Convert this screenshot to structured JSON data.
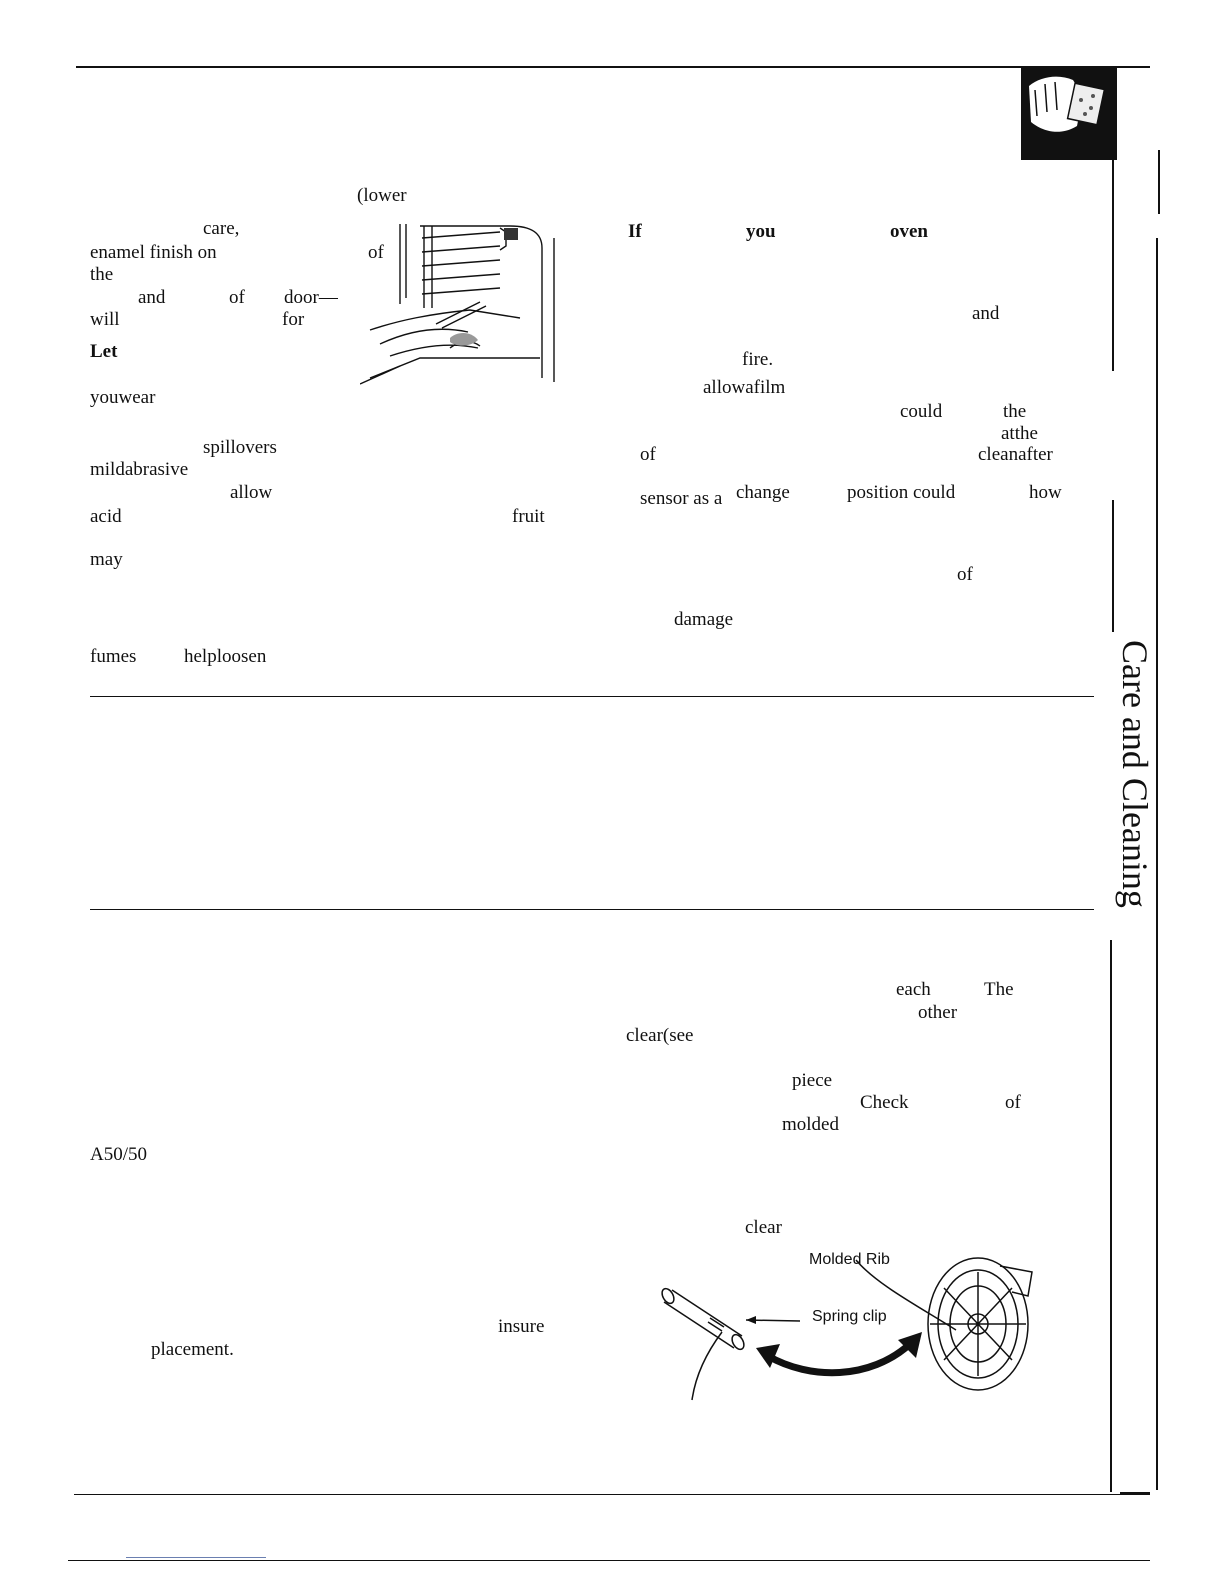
{
  "left_column_top": {
    "lower": "(lower",
    "care": "care,",
    "enamel_finish_on": "enamel finish on",
    "of_1": "of",
    "the": "the",
    "and": "and",
    "of_2": "of",
    "door": "door—",
    "will": "will",
    "for": "for",
    "let": "Let",
    "you_wear": "youwear",
    "spillovers": "spillovers",
    "mild_abrasive": "mildabrasive",
    "allow": "allow",
    "acid": "acid",
    "fruit": "fruit",
    "may": "may",
    "fumes": "fumes",
    "help_loosen": "helploosen"
  },
  "right_column_top": {
    "if": "If",
    "you": "you",
    "oven": "oven",
    "and": "and",
    "fire": "fire.",
    "allow_a_film": "allowafilm",
    "could": "could",
    "the": "the",
    "at_the": "atthe",
    "of": "of",
    "clean_after": "cleanafter",
    "sensor_as_a": "sensor as a",
    "change": "change",
    "position_could": "position could",
    "how": "how",
    "of_2": "of",
    "damage": "damage"
  },
  "bottom_section": {
    "each": "each",
    "the": "The",
    "other": "other",
    "clear_see": "clear(see",
    "piece": "piece",
    "check": "Check",
    "of": "of",
    "molded": "molded",
    "ratio": "A50/50",
    "clear": "clear",
    "insure": "insure",
    "placement": "placement."
  },
  "diagram": {
    "molded_rib_label": "Molded Rib",
    "spring_clip_label": "Spring clip"
  },
  "side_tab": {
    "title": "Care and Cleaning"
  }
}
